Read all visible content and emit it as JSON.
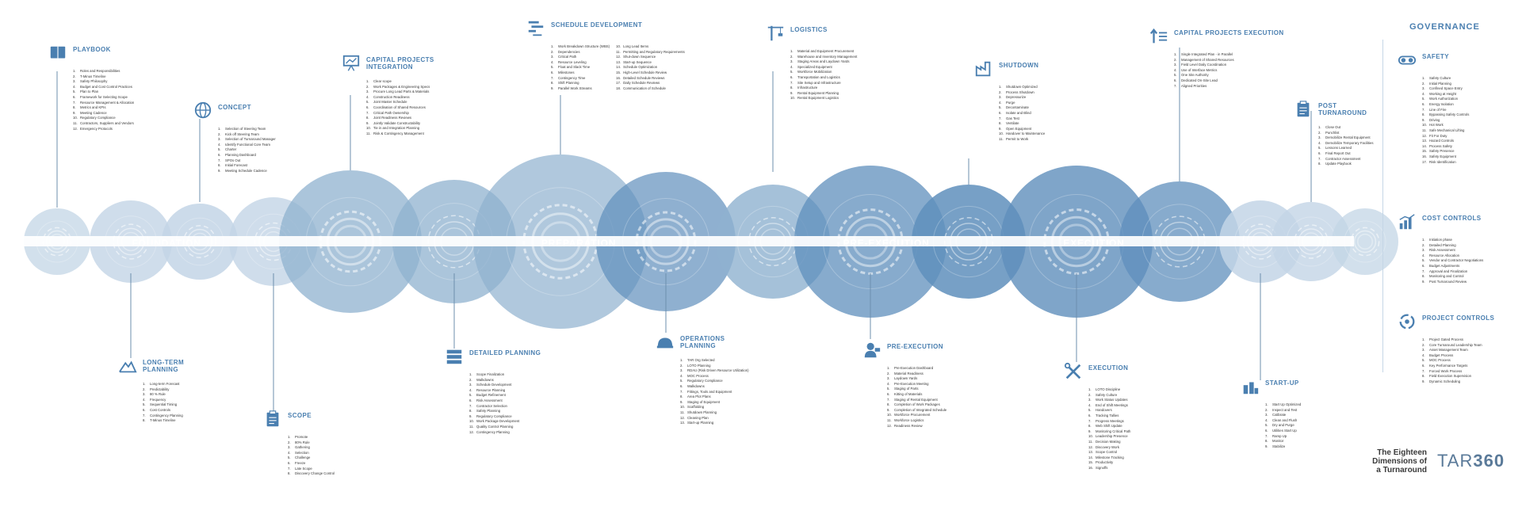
{
  "phases": [
    "FOUNDATION",
    "PREPARATION",
    "PRE-EXECUTION",
    "EXECUTION"
  ],
  "sections": {
    "playbook": {
      "title": "PLAYBOOK",
      "icon": "book-icon",
      "items": [
        "Roles and Responsibilities",
        "T-Minus Timeline",
        "Safety Philosophy",
        "Budget and Cost Control Practices",
        "Plan to Plan",
        "Framework for Selecting Scope",
        "Resource Management & Allocation",
        "Metrics and KPIs",
        "Meeting Cadence",
        "Regulatory Compliance",
        "Contractors, Suppliers and Vendors",
        "Emergency Protocols"
      ]
    },
    "concept": {
      "title": "CONCEPT",
      "icon": "globe-icon",
      "items": [
        "Selection of Steering Team",
        "Kick off Steering Team",
        "Selection of Turnaround Manager",
        "Identify Functional Core Team",
        "Charter",
        "Planning Dashboard",
        "SPOs Out",
        "Initial Forecast",
        "Meeting Schedule Cadence"
      ]
    },
    "capital_integration": {
      "title": "CAPITAL PROJECTS\nINTEGRATION",
      "icon": "presentation-icon",
      "items": [
        "Clear scope",
        "Work Packages & Engineering Specs",
        "Procure Long Lead Parts & Materials",
        "Construction Readiness",
        "Joint Master Schedule",
        "Coordination of Shared Resources",
        "Critical Path Ownership",
        "Joint Readiness Reviews",
        "Jointly Validate Constructability",
        "Tie in and Integration Planning",
        "Risk & Contingency Management"
      ]
    },
    "schedule_development": {
      "title": "SCHEDULE DEVELOPMENT",
      "icon": "gantt-icon",
      "col1": [
        "Work Breakdown Structure (WBS)",
        "Dependencies",
        "Critical Path",
        "Resource Leveling",
        "Float and Slack Time",
        "Milestones",
        "Contingency Time",
        "Shift Planning",
        "Parallel Work Streams"
      ],
      "col2": [
        "Long Lead Items",
        "Permitting and Regulatory Requirements",
        "Shut-down Sequence",
        "Start-up Sequence",
        "Schedule Optimization",
        "High-Level Schedule Review",
        "Detailed Schedule Reviews",
        "Daily Schedule Reviews",
        "Communication of Schedule"
      ]
    },
    "logistics": {
      "title": "LOGISTICS",
      "icon": "crane-icon",
      "items": [
        "Material and Equipment Procurement",
        "Warehouse and Inventory Management",
        "Staging Areas and Laydown Yards",
        "Specialized Equipment",
        "Workforce Mobilization",
        "Transportation and Logistics",
        "Site Setup and Infrastructure",
        "Infrastructure",
        "Rental Equipment Planning",
        "Rental Equipment Logistics"
      ]
    },
    "shutdown": {
      "title": "SHUTDOWN",
      "icon": "factory-icon",
      "items": [
        "Shutdown Optimized",
        "Process Shutdown",
        "Depressurize",
        "Purge",
        "Decontaminate",
        "Isolate and Blind",
        "Gas Test",
        "Ventilate",
        "Open Equipment",
        "Handover to Maintenance",
        "Permit to Work"
      ]
    },
    "capital_execution": {
      "title": "CAPITAL PROJECTS EXECUTION",
      "icon": "arrow-up-icon",
      "items": [
        "Single Integrated Plan - in Parallel",
        "Management of Shared Resources",
        "Field Level Daily Coordination",
        "Use of Interface Metrics",
        "One Site Authority",
        "Dedicated On-Site Lead",
        "Aligned Priorities"
      ]
    },
    "post_turnaround": {
      "title": "POST\nTURNAROUND",
      "icon": "clipboard-icon",
      "items": [
        "Close Out",
        "Punchlist",
        "Demobilize Rental Equipment",
        "Demobilize Temporary Facilities",
        "Lessons Learned",
        "Final Report Out",
        "Contractor Assessment",
        "Update Playbook"
      ]
    },
    "long_term": {
      "title": "LONG-TERM\nPLANNING",
      "icon": "mountain-icon",
      "items": [
        "Long-term Forecast",
        "Predictability",
        "80 % Rule",
        "Frequency",
        "Sequential Timing",
        "Cost Controls",
        "Contingency Planning",
        "T-Minus Timeline"
      ]
    },
    "scope": {
      "title": "SCOPE",
      "icon": "clipboard-icon",
      "items": [
        "Promote",
        "80% Rule",
        "Gathering",
        "Selection",
        "Challenge",
        "Freeze",
        "Late Scope",
        "Discovery Change Control"
      ]
    },
    "detailed_planning": {
      "title": "DETAILED PLANNING",
      "icon": "layers-icon",
      "items": [
        "Scope Finalization",
        "Walkdowns",
        "Schedule Development",
        "Resource Planning",
        "Budget Refinement",
        "Risk Assessment",
        "Contractor Selection",
        "Safety Planning",
        "Regulatory Compliance",
        "Work Package Development",
        "Quality Control Planning",
        "Contingency Planning"
      ]
    },
    "operations_planning": {
      "title": "OPERATIONS\nPLANNING",
      "icon": "hardhat-icon",
      "items": [
        "TAR Org Selected",
        "LOTO Planning",
        "RDAU (Risk Driven Resource Utilization)",
        "MOC Process",
        "Regulatory Compliance",
        "Walkdowns",
        "Fittings, Tools and Equipment",
        "Area Plot Plans",
        "Staging of Equipment",
        "Scaffolding",
        "Shutdown Planning",
        "Cleaning Plan",
        "Start-up Planning"
      ]
    },
    "pre_execution": {
      "title": "PRE-EXECUTION",
      "icon": "worker-icon",
      "items": [
        "Pre-Execution Dashboard",
        "Material Readiness",
        "Laydown Yards",
        "Pre-Execution Meeting",
        "Staging of Parts",
        "Kitting of Materials",
        "Staging of Rental Equipment",
        "Completion of Work Packages",
        "Completion of Integrated Schedule",
        "Workforce Procurement",
        "Workforce Logistics",
        "Readiness Review"
      ]
    },
    "execution": {
      "title": "EXECUTION",
      "icon": "tools-icon",
      "items": [
        "LOTO Discipline",
        "Safety Culture",
        "Work Status Updates",
        "End of Shift Meetings",
        "Handovers",
        "Tracking Tallies",
        "Progress Meetings",
        "Web Shift Update",
        "Monitoring Critical Path",
        "Leadership Presence",
        "Decision Making",
        "Discovery Work",
        "Scope Control",
        "Milestone Tracking",
        "Productivity",
        "Signoffs"
      ]
    },
    "startup": {
      "title": "START-UP",
      "icon": "plant-icon",
      "items": [
        "Start Up Optimized",
        "Inspect and Test",
        "Calibrate",
        "Clean and Flush",
        "Dry and Purge",
        "Utilities Start Up",
        "Ramp Up",
        "Monitor",
        "Stabilize"
      ]
    },
    "safety": {
      "title": "SAFETY",
      "icon": "goggles-icon",
      "items": [
        "Safety Culture",
        "Initial Planning",
        "Confined Space Entry",
        "Working at Height",
        "Work Authorization",
        "Energy Isolation",
        "Line of Fire",
        "Bypassing Safety Controls",
        "Driving",
        "Hot Work",
        "Safe Mechanical Lifting",
        "Fit For Duty",
        "Hazard Controls",
        "Process Safety",
        "Safety Presence",
        "Safety Equipment",
        "Risk Identification"
      ]
    },
    "cost_controls": {
      "title": "COST CONTROLS",
      "icon": "chart-icon",
      "items": [
        "Initiation phase",
        "Detailed Planning",
        "Risk Assessment",
        "Resource Allocation",
        "Vendor and Contractor Negotiations",
        "Budget Adjustments",
        "Approval and Finalization",
        "Monitoring and Control",
        "Post Turnaround Review"
      ]
    },
    "project_controls": {
      "title": "PROJECT CONTROLS",
      "icon": "cycle-icon",
      "items": [
        "Project Gated Process",
        "Core Turnaround Leadership Team",
        "Asset Management Team",
        "Budget Process",
        "MOC Process",
        "Key Performance Targets",
        "Forced Work Process",
        "Field Execution Supervision",
        "Dynamic Scheduling"
      ]
    }
  },
  "governance": {
    "title": "GOVERNANCE"
  },
  "footer": {
    "text": "The Eighteen\nDimensions of\na Turnaround",
    "logo_text": "TAR",
    "logo_num": "360"
  },
  "colors": {
    "light": "#c3d5e6",
    "mid": "#8fb1cf",
    "dark": "#5f8fbc",
    "accent": "#4a7fb0"
  }
}
